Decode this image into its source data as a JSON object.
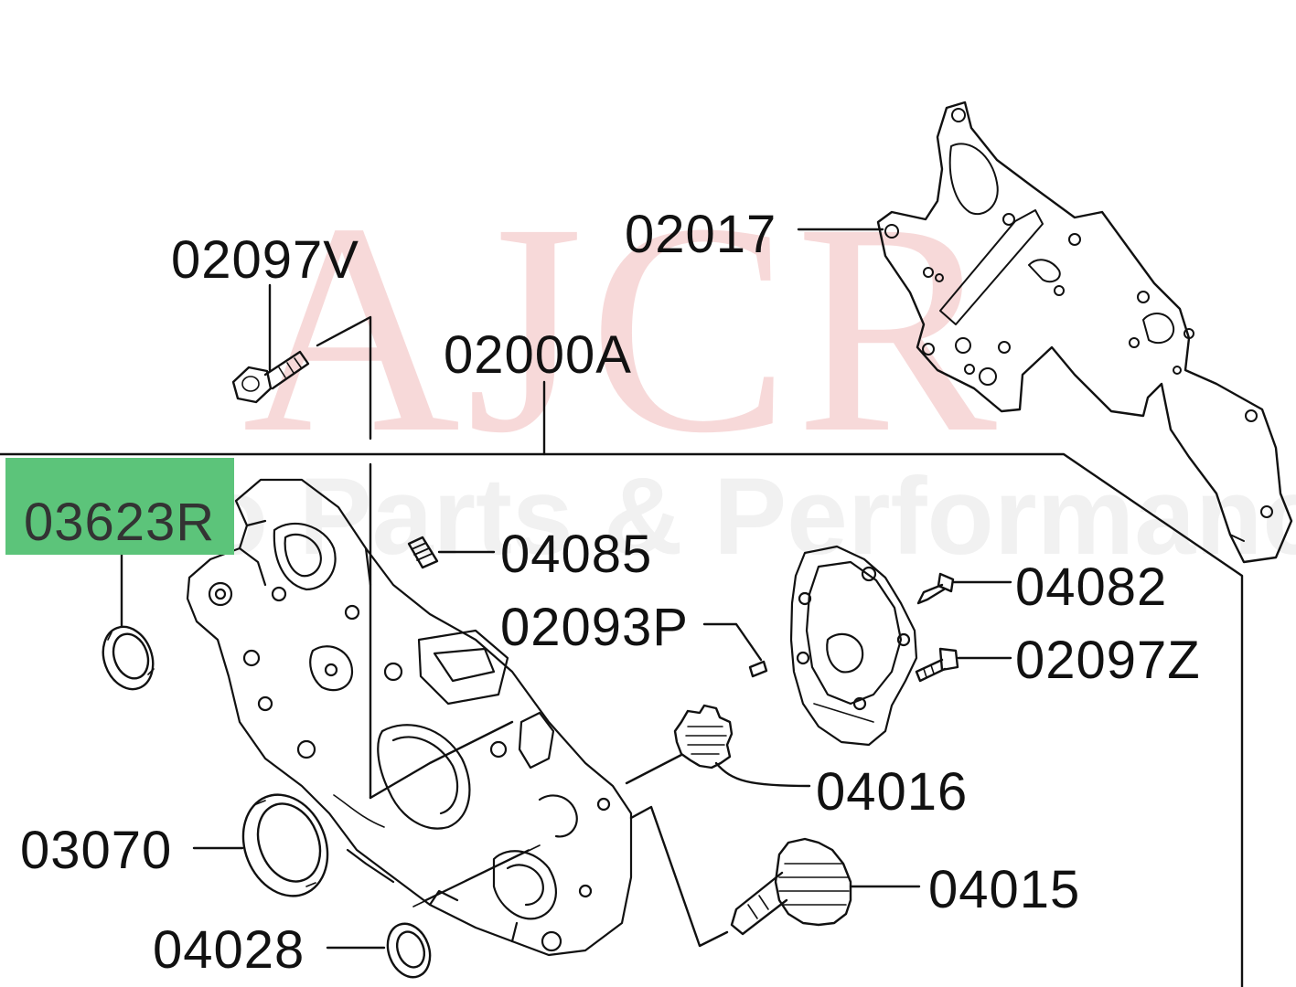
{
  "watermark": {
    "main": "AJCR",
    "sub": "Auto Parts & Performance",
    "color": "#e07a7a"
  },
  "highlight": {
    "part": "03623R",
    "color": "#5cc47a"
  },
  "callouts": [
    {
      "id": "02097V"
    },
    {
      "id": "02000A"
    },
    {
      "id": "02017"
    },
    {
      "id": "04085"
    },
    {
      "id": "02093P"
    },
    {
      "id": "04082"
    },
    {
      "id": "02097Z"
    },
    {
      "id": "04016"
    },
    {
      "id": "03070"
    },
    {
      "id": "04015"
    },
    {
      "id": "04028"
    }
  ]
}
